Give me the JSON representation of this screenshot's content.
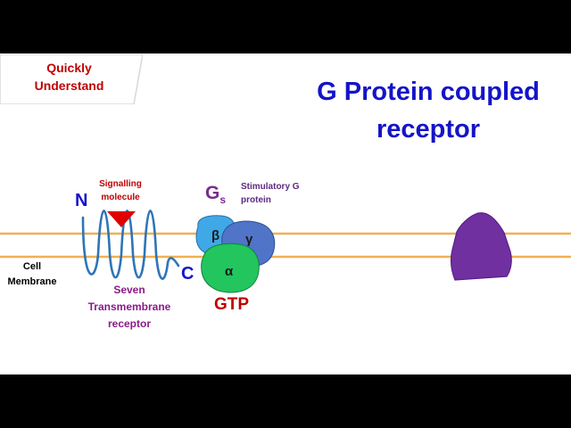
{
  "badge": {
    "line1": "Quickly",
    "line2": "Understand"
  },
  "title": {
    "line1": "G Protein coupled",
    "line2": "receptor"
  },
  "labels": {
    "cell_membrane": "Cell Membrane",
    "n_terminus": "N",
    "c_terminus": "C",
    "signalling_molecule": "Signalling molecule",
    "g_protein_main": "G",
    "g_protein_sub": "s",
    "stimulatory": "Stimulatory G protein",
    "seven_tm": "Seven Transmembrane receptor",
    "gtp": "GTP",
    "beta": "β",
    "gamma": "γ",
    "alpha": "α"
  },
  "colors": {
    "membrane": "#f0b054",
    "receptor": "#2e75b6",
    "signal": "#e00000",
    "beta_subunit": "#41a8e8",
    "gamma_subunit": "#4f74c8",
    "alpha_subunit": "#22c55e",
    "effector": "#7030a0"
  }
}
